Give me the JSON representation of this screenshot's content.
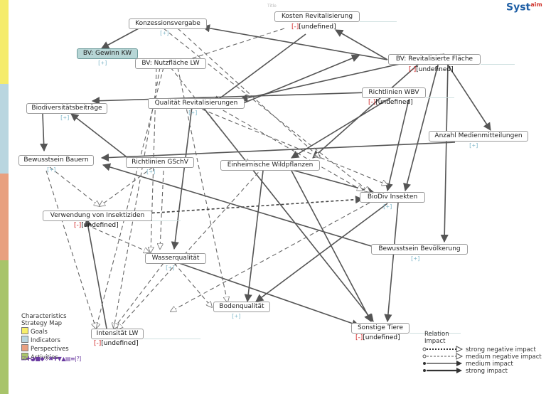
{
  "title": "Title",
  "logo": {
    "text": "Syst",
    "sup": "aim"
  },
  "plus_sign": "[+]",
  "minus_sign": "[-]",
  "undefined_label": "[undefined]",
  "nodes": {
    "konzession": "Konzessionsvergabe",
    "kosten": "Kosten Revitalisierung",
    "gewinn": "BV: Gewinn KW",
    "nutzflaeche": "BV: Nutzfläche LW",
    "revflaeche": "BV: Revitalisierte Fläche",
    "richtwbv": "Richtlinien WBV",
    "biodivbeitrag": "Biodiversitätsbeiträge",
    "qualrev": "Qualität Revitalisierungen",
    "anzahl": "Anzahl Medienmitteilungen",
    "bewbauern": "Bewusstsein Bauern",
    "richtgschv": "Richtlinien GSchV",
    "wildpfl": "Einheimische Wildpflanzen",
    "biodivins": "BioDiv Insekten",
    "verwendung": "Verwendung von Insektiziden",
    "bewbevoelk": "Bewusstsein Bevölkerung",
    "wasser": "Wasserqualität",
    "boden": "Bodenqualität",
    "intensitaet": "Intensität LW",
    "sonstige": "Sonstige Tiere"
  },
  "legend": {
    "title1": "Characteristics",
    "title2": "Strategy Map",
    "items": [
      {
        "label": "Goals",
        "color": "#f7ef6a"
      },
      {
        "label": "Indicators",
        "color": "#b9d6e0"
      },
      {
        "label": "Perspectives",
        "color": "#e9a081"
      },
      {
        "label": "Activities",
        "color": "#a9c56a"
      }
    ]
  },
  "bands": [
    {
      "color": "#f5ec6b"
    },
    {
      "color": "#b9d6e0"
    },
    {
      "color": "#e8a07f"
    },
    {
      "color": "#a8c46a"
    }
  ],
  "relation_legend": {
    "title1": "Relation",
    "title2": "Impact",
    "items": [
      "strong negative impact",
      "medium negative impact",
      "medium impact",
      "strong impact"
    ]
  },
  "toolbar": {
    "text": "☑✚◕■◆⇳✖✚▼▲▤≡|?]"
  }
}
